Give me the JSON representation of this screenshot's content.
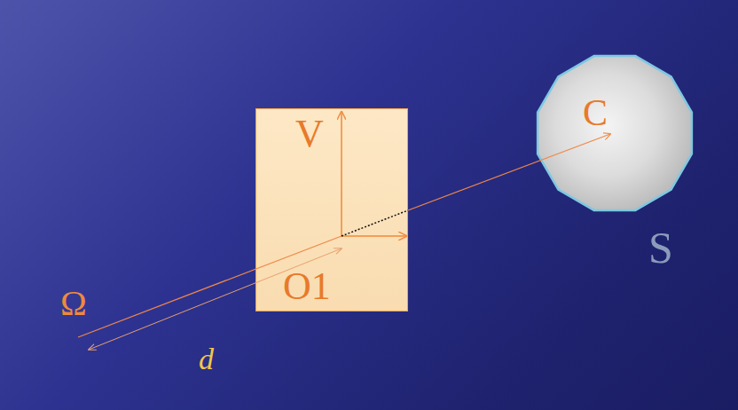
{
  "diagram": {
    "nodes": [
      {
        "text": [
          "V",
          "O1"
        ]
      },
      {
        "text": [
          "C",
          "S"
        ]
      }
    ],
    "labels": [
      "Ω",
      "d"
    ]
  }
}
